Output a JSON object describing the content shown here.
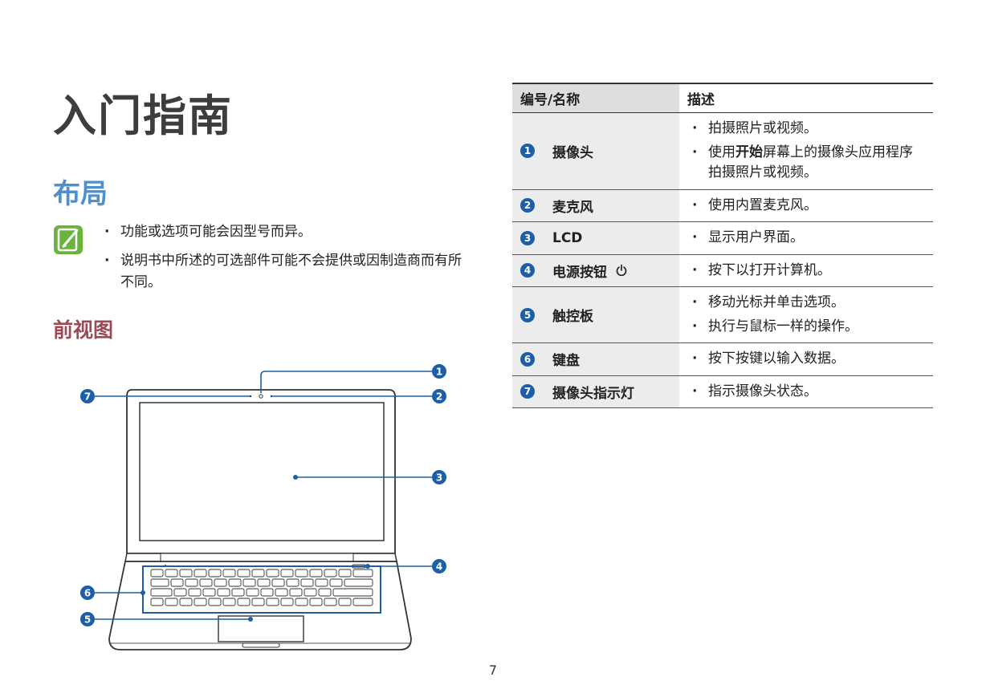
{
  "page": {
    "title": "入门指南",
    "section": "布局",
    "notes": [
      "功能或选项可能会因型号而异。",
      "说明书中所述的可选部件可能不会提供或因制造商而有所不同。"
    ],
    "front_view_heading": "前视图",
    "page_number": "7"
  },
  "diagram": {
    "callouts": [
      "1",
      "2",
      "3",
      "4",
      "5",
      "6",
      "7"
    ]
  },
  "table": {
    "headers": [
      "编号/名称",
      "描述"
    ],
    "rows": [
      {
        "num": "1",
        "name": "摄像头",
        "desc": [
          "拍摄照片或视频。",
          [
            "使用",
            "开始",
            "屏幕上的摄像头应用程序拍摄照片或视频。"
          ]
        ]
      },
      {
        "num": "2",
        "name": "麦克风",
        "desc": [
          "使用内置麦克风。"
        ]
      },
      {
        "num": "3",
        "name": "LCD",
        "desc": [
          "显示用户界面。"
        ]
      },
      {
        "num": "4",
        "name": "电源按钮",
        "desc": [
          "按下以打开计算机。"
        ]
      },
      {
        "num": "5",
        "name": "触控板",
        "desc": [
          "移动光标并单击选项。",
          "执行与鼠标一样的操作。"
        ]
      },
      {
        "num": "6",
        "name": "键盘",
        "desc": [
          "按下按键以输入数据。"
        ]
      },
      {
        "num": "7",
        "name": "摄像头指示灯",
        "desc": [
          "指示摄像头状态。"
        ]
      }
    ]
  },
  "colors": {
    "callout": "#1d5ea8",
    "section_heading": "#4e8fcf",
    "front_heading": "#9b4b54",
    "note_icon": "#6ab43e"
  }
}
